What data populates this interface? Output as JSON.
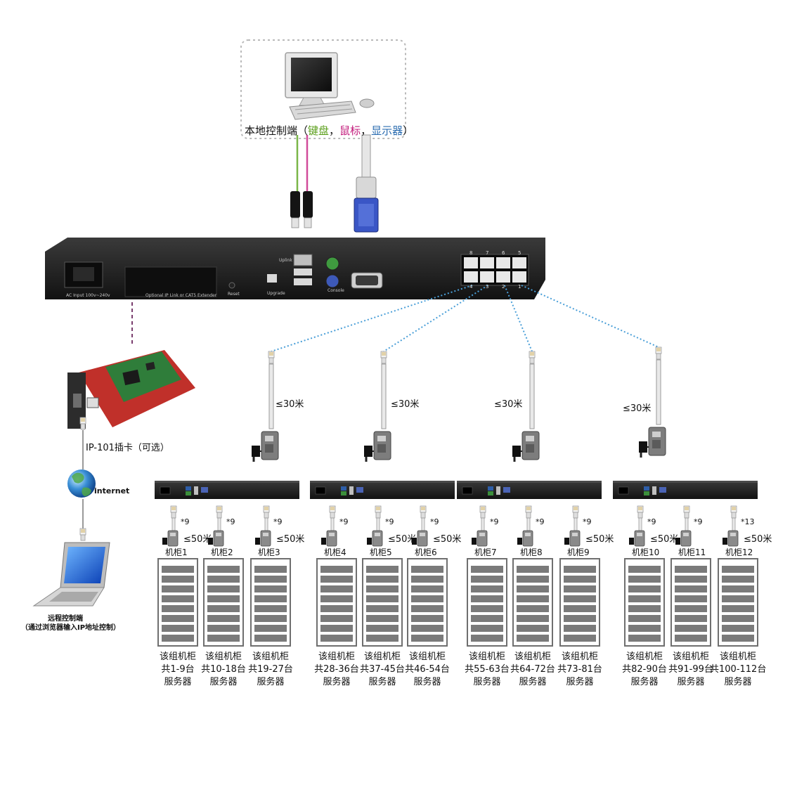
{
  "local_console": {
    "title": "本地控制端",
    "open_paren": "（",
    "keyboard": "键盘",
    "sep1": "，",
    "mouse": "鼠标",
    "sep2": "，",
    "monitor": "显示器",
    "close_paren": "）"
  },
  "main_unit": {
    "ac_input": "AC Input 100v~240v",
    "optional_slot": "Optional    IP Link or CAT5 Extender",
    "reset": "Reset",
    "upgrade": "Upgrade",
    "uplink": "Uplink",
    "console": "Console",
    "port_numbers_top": [
      "8",
      "7",
      "6",
      "5"
    ],
    "port_numbers_bottom": [
      "4",
      "3",
      "2",
      "1"
    ]
  },
  "ip_card": {
    "label": "IP-101插卡（可选）"
  },
  "internet": {
    "label": "internet"
  },
  "remote": {
    "title": "远程控制端",
    "note": "（通过浏览器输入IP地址控制）"
  },
  "uplink_cables": [
    {
      "distance": "≤30米"
    },
    {
      "distance": "≤30米"
    },
    {
      "distance": "≤30米"
    },
    {
      "distance": "≤30米"
    }
  ],
  "cabinets": [
    {
      "name": "机柜1",
      "multiplier": "*9",
      "distance": "≤50米",
      "desc": [
        "该组机柜",
        "共1-9台",
        "服务器"
      ]
    },
    {
      "name": "机柜2",
      "multiplier": "*9",
      "distance": "",
      "desc": [
        "该组机柜",
        "共10-18台",
        "服务器"
      ]
    },
    {
      "name": "机柜3",
      "multiplier": "*9",
      "distance": "≤50米",
      "desc": [
        "该组机柜",
        "共19-27台",
        "服务器"
      ]
    },
    {
      "name": "机柜4",
      "multiplier": "*9",
      "distance": "",
      "desc": [
        "该组机柜",
        "共28-36台",
        "服务器"
      ]
    },
    {
      "name": "机柜5",
      "multiplier": "*9",
      "distance": "≤50米",
      "desc": [
        "该组机柜",
        "共37-45台",
        "服务器"
      ]
    },
    {
      "name": "机柜6",
      "multiplier": "*9",
      "distance": "≤50米",
      "desc": [
        "该组机柜",
        "共46-54台",
        "服务器"
      ]
    },
    {
      "name": "机柜7",
      "multiplier": "*9",
      "distance": "",
      "desc": [
        "该组机柜",
        "共55-63台",
        "服务器"
      ]
    },
    {
      "name": "机柜8",
      "multiplier": "*9",
      "distance": "",
      "desc": [
        "该组机柜",
        "共64-72台",
        "服务器"
      ]
    },
    {
      "name": "机柜9",
      "multiplier": "*9",
      "distance": "≤50米",
      "desc": [
        "该组机柜",
        "共73-81台",
        "服务器"
      ]
    },
    {
      "name": "机柜10",
      "multiplier": "*9",
      "distance": "≤50米",
      "desc": [
        "该组机柜",
        "共82-90台",
        "服务器"
      ]
    },
    {
      "name": "机柜11",
      "multiplier": "*9",
      "distance": "",
      "desc": [
        "该组机柜",
        "共91-99台",
        "服务器"
      ]
    },
    {
      "name": "机柜12",
      "multiplier": "*13",
      "distance": "≤50米",
      "desc": [
        "该组机柜",
        "共100-112台",
        "服务器"
      ]
    }
  ],
  "icons": {
    "computer": "desktop-computer-icon",
    "usb": "usb-plug-icon",
    "vga": "vga-plug-icon",
    "globe": "globe-icon",
    "laptop": "laptop-icon",
    "card": "ip-card-icon",
    "dongle": "cim-dongle-icon",
    "rj45": "rj45-plug-icon",
    "rack": "server-rack-icon"
  },
  "colors": {
    "keyboard_text": "#5a9e1a",
    "mouse_text": "#c2187a",
    "monitor_text": "#2b6cb0",
    "uplink_line": "#4a9fd8",
    "ip_line": "#7a3e6e",
    "usb_line_green": "#7ab648",
    "usb_line_pink": "#d14b9a",
    "device_body": "#1c1c1c"
  }
}
